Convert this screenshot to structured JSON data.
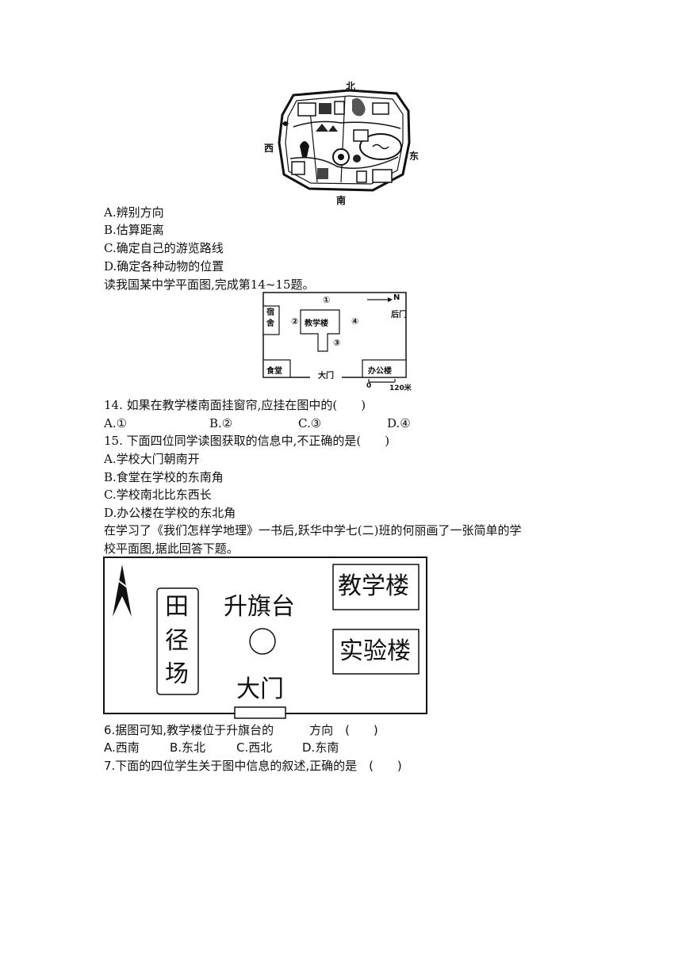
{
  "zoo_map": {
    "north": "北",
    "south": "南",
    "west": "西",
    "east": "东"
  },
  "q13_options": [
    "A.辨别方向",
    "B.估算距离",
    "C.确定自己的游览路线",
    "D.确定各种动物的位置"
  ],
  "intro_14_15": "读我国某中学平面图,完成第14~15题。",
  "school_map1": {
    "n1": "①",
    "n2": "②",
    "n3": "③",
    "n4": "④",
    "north_arrow": "N",
    "dorm": "宿舍",
    "teaching": "教学楼",
    "back_gate": "后门",
    "canteen": "食堂",
    "gate": "大门",
    "office": "办公楼",
    "scale_0": "0",
    "scale_120": "120米"
  },
  "q14": {
    "stem": "14. 如果在教学楼南面挂窗帘,应挂在图中的(　　)",
    "a": "A.①",
    "b": "B.②",
    "c": "C.③",
    "d": "D.④"
  },
  "q15": {
    "stem": "15. 下面四位同学读图获取的信息中,不正确的是(　　)",
    "options": [
      "A.学校大门朝南开",
      "B.食堂在学校的东南角",
      "C.学校南北比东西长",
      "D.办公楼在学校的东北角"
    ]
  },
  "intro_6_7": {
    "line1": "在学习了《我们怎样学地理》一书后,跃华中学七(二)班的何丽画了一张简单的学",
    "line2": "校平面图,据此回答下题。"
  },
  "school_map2": {
    "field_1": "田",
    "field_2": "径",
    "field_3": "场",
    "flag": "升旗台",
    "teaching": "教学楼",
    "lab": "实验楼",
    "gate": "大门"
  },
  "q6": {
    "stem": "6.据图可知,教学楼位于升旗台的　　　方向　(　　)",
    "a": "A.西南",
    "b": "B.东北",
    "c": "C.西北",
    "d": "D.东南"
  },
  "q7": {
    "stem": "7.下面的四位学生关于图中信息的叙述,正确的是　(　　)"
  }
}
